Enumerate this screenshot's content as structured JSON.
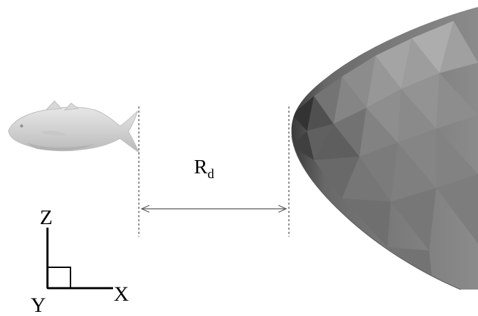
{
  "distance_label": {
    "main": "R",
    "subscript": "d"
  },
  "axes": {
    "z": "Z",
    "x": "X",
    "y": "Y"
  },
  "objects": {
    "fish": "fish-model",
    "body": "faceted-hull-model"
  },
  "colors": {
    "background": "#ffffff",
    "fish": "#d4d4d4",
    "hull_dark": "#3f3f3f",
    "hull_light": "#9a9a9a",
    "line": "#000000",
    "dimension": "#444444"
  }
}
